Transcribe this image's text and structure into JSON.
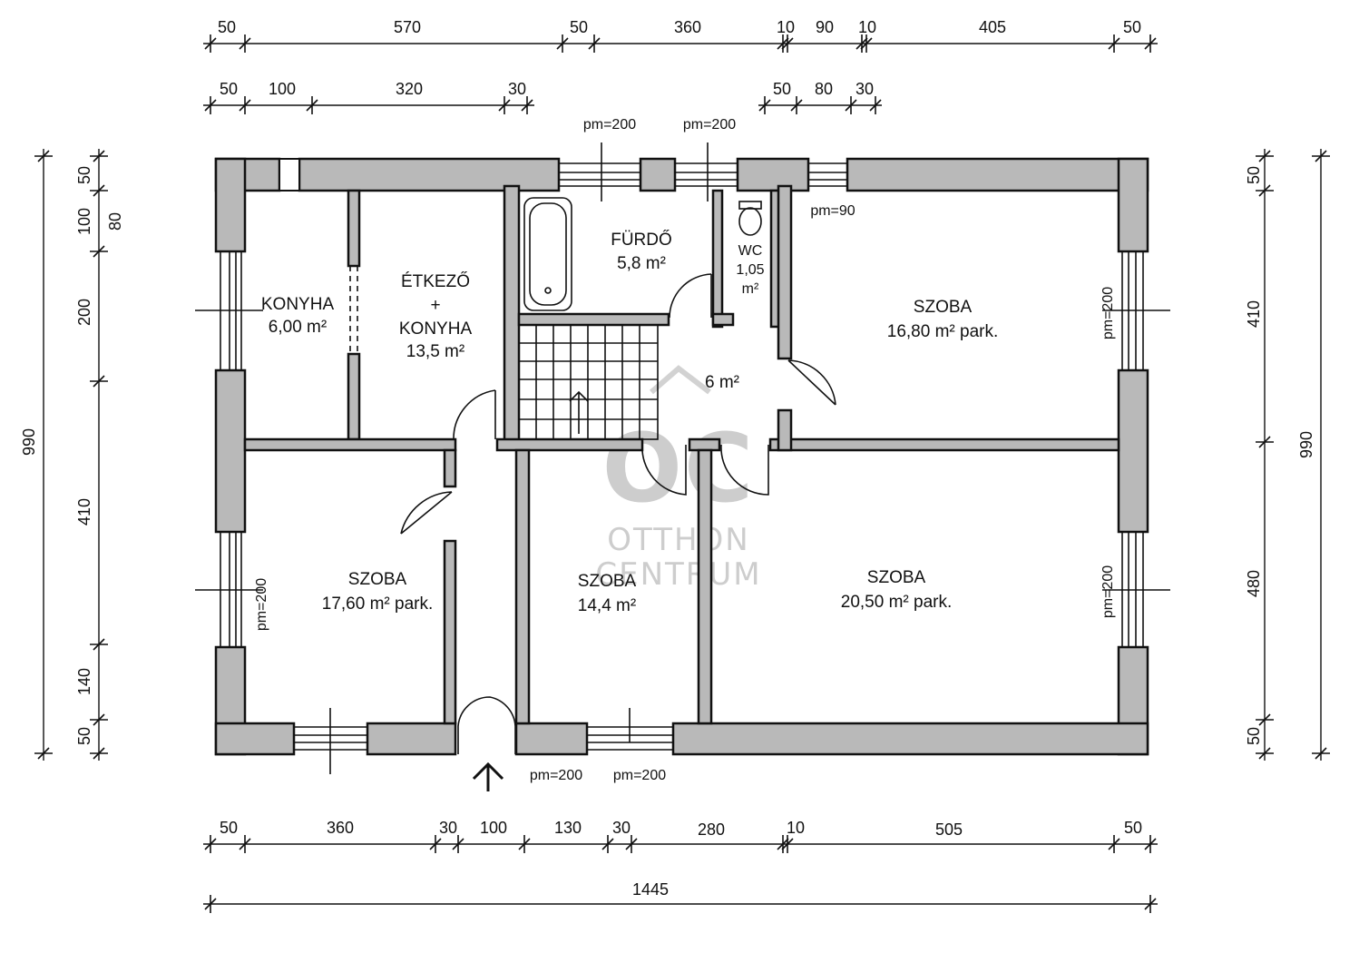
{
  "dimensions": {
    "top_row1": [
      "50",
      "570",
      "50",
      "360",
      "10",
      "90",
      "10",
      "405",
      "50"
    ],
    "top_row2_left": [
      "50",
      "100",
      "320",
      "30"
    ],
    "top_row2_right": [
      "50",
      "80",
      "30"
    ],
    "left_outer": "990",
    "left_inner": [
      "50",
      "100",
      "200",
      "410",
      "140",
      "50"
    ],
    "left_extra": "80",
    "right_outer": "990",
    "right_inner": [
      "50",
      "410",
      "480",
      "50"
    ],
    "bottom_row": [
      "50",
      "360",
      "30",
      "100",
      "130",
      "30",
      "280",
      "10",
      "505",
      "50"
    ],
    "bottom_total": "1445"
  },
  "openings": {
    "top_bath_window": "pm=200",
    "top_wc_window": "pm=200",
    "room_ne_window": "pm=90",
    "right_upper_window": "pm=200",
    "right_lower_window": "pm=200",
    "left_lower_window": "pm=200",
    "bottom_center_left": "pm=200",
    "bottom_center_right": "pm=200"
  },
  "rooms": {
    "konyha": {
      "name": "KONYHA",
      "area": "6,00 m²"
    },
    "etkezo": {
      "name_line1": "ÉTKEZŐ",
      "name_line2": "+",
      "name_line3": "KONYHA",
      "area": "13,5 m²"
    },
    "furdo": {
      "name": "FÜRDŐ",
      "area": "5,8 m²"
    },
    "wc": {
      "name": "WC",
      "area_line1": "1,05",
      "area_line2": "m²"
    },
    "szoba_ne": {
      "name": "SZOBA",
      "area": "16,80 m² park."
    },
    "hall": {
      "area": "6 m²"
    },
    "szoba_sw": {
      "name": "SZOBA",
      "area": "17,60 m² park."
    },
    "szoba_s": {
      "name": "SZOBA",
      "area": "14,4 m²"
    },
    "szoba_se": {
      "name": "SZOBA",
      "area": "20,50 m² park."
    }
  },
  "watermark": {
    "logo": "OC",
    "line1": "OTTHON",
    "line2": "CENTRUM"
  }
}
